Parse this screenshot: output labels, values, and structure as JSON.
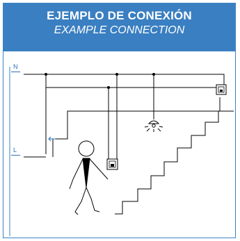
{
  "header": {
    "title_es": "EJEMPLO DE CONEXIÓN",
    "title_en": "EXAMPLE CONNECTION"
  },
  "diagram": {
    "neutral_label": "N",
    "line_label": "L"
  },
  "colors": {
    "accent": "#3a7fc1",
    "border": "#3a83c4",
    "label": "#2f6fb5",
    "wiring": "#000000"
  }
}
